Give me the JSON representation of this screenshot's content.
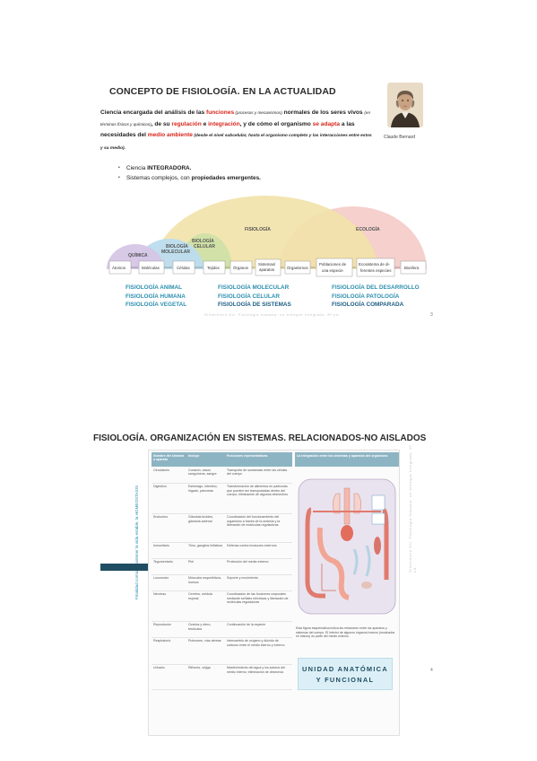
{
  "slide1": {
    "title": "CONCEPTO DE FISIOLOGÍA. EN LA ACTUALIDAD",
    "portrait_caption": "Claude Bernard",
    "para": {
      "t1": "Ciencia encargada del análisis de las ",
      "funciones": "funciones",
      "t2": " (procesos y mecanismos)",
      "t3": " normales de los seres vivos ",
      "t4": "(en términos físicos y químicos)",
      "t5": ", de su ",
      "regulacion": "regulación",
      "t6": " e ",
      "integracion": "integración",
      "t7": ", y de cómo el organismo ",
      "se_adapta": "se adapta",
      "t8": " a las necesidades del ",
      "medio_ambiente": "medio ambiente",
      "t9": " (desde el nivel subcelular, hasta el organismo completo y las interacciones entre estos y su medio)."
    },
    "bullets": {
      "b1_pre": "Ciencia ",
      "b1_bold": "INTEGRADORA.",
      "b2_pre": "Sistemas complejos, con ",
      "b2_bold": "propiedades emergentes."
    },
    "diagram": {
      "areas": [
        "QUÍMICA",
        "BIOLOGÍA",
        "MOLECULAR",
        "BIOLOGÍA",
        "CELULAR",
        "FISIOLOGÍA",
        "ECOLOGÍA"
      ],
      "boxes": [
        "Átomos",
        "Moléculas",
        "Células",
        "Tejidos",
        "Órganos",
        "Sistemas/",
        "aparatos",
        "Organismos",
        "Poblaciones de",
        "una especie",
        "Ecosistema de di-",
        "ferentes especies",
        "Biosfera"
      ]
    },
    "lists": {
      "col1": [
        "FISIOLOGÍA ANIMAL",
        "FISIOLOGÍA HUMANA",
        "FISIOLOGÍA VEGETAL"
      ],
      "col2": [
        "FISIOLOGÍA MOLECULAR",
        "FISIOLOGÍA CELULAR",
        "FISIOLOGÍA DE SISTEMAS"
      ],
      "col3": [
        "FISIOLOGÍA DEL DESARROLLO",
        "FISIOLOGÍA PATOLOGÍA",
        "FISIOLOGÍA COMPARADA"
      ]
    },
    "watermark": "Silverthorn DU. Fisiología humana: un enfoque integrado. 8ª ed.",
    "page": "3"
  },
  "slide2": {
    "title": "FISIOLOGÍA. ORGANIZACIÓN EN SISTEMAS. RELACIONADOS-NO AISLADOS",
    "table": {
      "headers": [
        "Nombre del sistema o aparato",
        "Incluye",
        "Funciones representativas"
      ],
      "rows": [
        [
          "Circulatorio",
          "Corazón, vasos sanguíneos, sangre",
          "Transporte de sustancias entre las células del cuerpo"
        ],
        [
          "Digestivo",
          "Estómago, intestino, hígado, páncreas",
          "Transformación de alimentos en partículas que pueden ser transportadas dentro del cuerpo; eliminación de algunos deshechos"
        ],
        [
          "Endocrino",
          "Glándula tiroides, glándula adrenal",
          "Coordinación del funcionamiento del organismo a través de la síntesis y la liberación de moléculas reguladoras"
        ],
        [
          "Inmunitario",
          "Timo, ganglios linfáticos",
          "Defensa contra invasores externos"
        ],
        [
          "Tegumentario",
          "Piel",
          "Protección del medio externo"
        ],
        [
          "Locomotor",
          "Músculos esqueléticos, huesos",
          "Soporte y movimiento"
        ],
        [
          "Nervioso",
          "Cerebro, médula espinal",
          "Coordinación de las funciones corporales mediante señales eléctricas y liberación de moléculas reguladoras"
        ],
        [
          "Reproductor",
          "Ovarios y útero, testículos",
          "Continuación de la especie"
        ],
        [
          "Respiratorio",
          "Pulmones, vías aéreas",
          "Intercambio de oxígeno y dióxido de carbono entre el medio interno y externo"
        ],
        [
          "Urinario",
          "Riñones, vejiga",
          "Mantenimiento del agua y los solutos del medio interno; eliminación de desechos"
        ]
      ]
    },
    "illustration_header": "La integración entre los sistemas y aparatos del organismo",
    "illustration_caption": "Esta figura esquemática indica las relaciones entre los aparatos y sistemas del cuerpo. El interior de algunos órganos huecos (mostrados en blanco) es parte del medio externo.",
    "unit_box": [
      "UNIDAD ANATÓMICA",
      "Y FUNCIONAL"
    ],
    "vertical_note": "Finalidad común: Mantener la vida estable, la HOMEOSTASIS",
    "watermark": "Silverthorn DU. Fisiología humana: un enfoque integrado. 8ª ed.",
    "page": "4"
  },
  "colors": {
    "accent_red": "#d8261c",
    "list_blue": "#2d8fb0",
    "arrow_navy": "#1f4e63",
    "table_header": "#8db4c3"
  }
}
